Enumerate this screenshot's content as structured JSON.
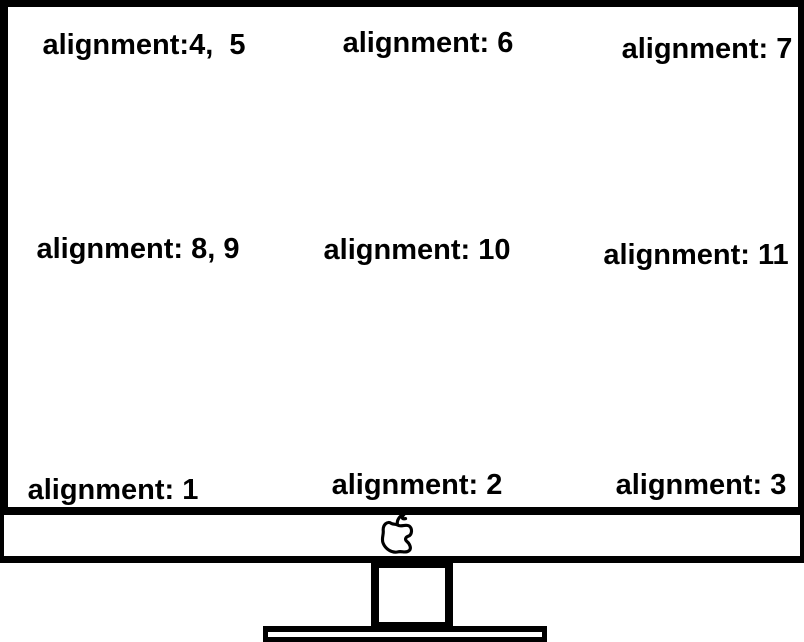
{
  "figure": {
    "description": "Hand-drawn diagram of an Apple monitor showing OSD alignment positions",
    "background_color": "#ffffff",
    "ink_color": "#000000"
  },
  "monitor": {
    "logo_icon": "apple-logo-doodle"
  },
  "screen_labels": [
    {
      "id": "4-5",
      "position": "top-left",
      "text": "alignment:4,  5"
    },
    {
      "id": "6",
      "position": "top-center",
      "text": "alignment: 6"
    },
    {
      "id": "7",
      "position": "top-right",
      "text": "alignment: 7"
    },
    {
      "id": "8-9",
      "position": "middle-left",
      "text": "alignment: 8, 9"
    },
    {
      "id": "10",
      "position": "middle-center",
      "text": "alignment: 10"
    },
    {
      "id": "11",
      "position": "middle-right",
      "text": "alignment: 11"
    },
    {
      "id": "1",
      "position": "bottom-left",
      "text": "alignment: 1"
    },
    {
      "id": "2",
      "position": "bottom-center",
      "text": "alignment: 2"
    },
    {
      "id": "3",
      "position": "bottom-right",
      "text": "alignment: 3"
    }
  ]
}
